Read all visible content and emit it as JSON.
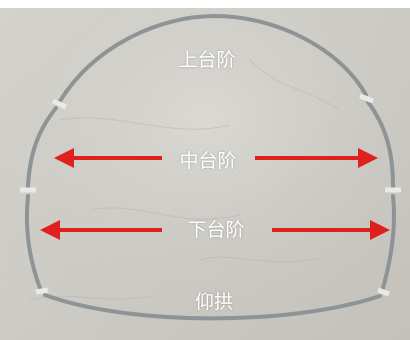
{
  "photo": {
    "background_color": "#cfcdc7",
    "frame_color": "#8e9395",
    "arrow_color": "#e01f1f"
  },
  "labels": {
    "upper_bench": "上台阶",
    "middle_bench": "中台阶",
    "lower_bench": "下台阶",
    "invert": "仰拱"
  }
}
